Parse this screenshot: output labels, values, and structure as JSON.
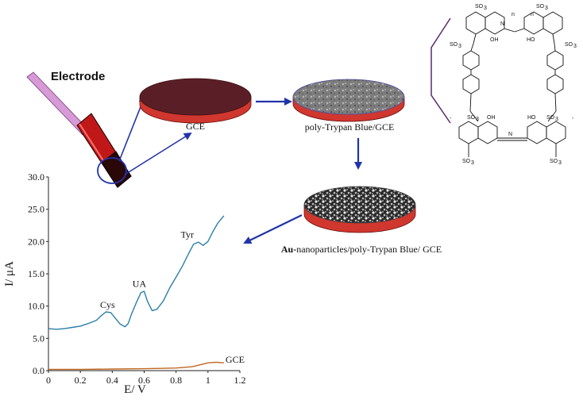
{
  "labels": {
    "electrode": "Electrode",
    "gce": "GCE",
    "poly": "poly-Trypan Blue/GCE",
    "au_prefix": "Au-",
    "au_rest": "nanoparticles/poly-Trypan Blue/ GCE"
  },
  "colors": {
    "modified_curve": "#2a7fa8",
    "gce_curve": "#c0661f",
    "arrow": "#2233aa",
    "disc_top": "#5a1f26",
    "disc_side": "#d0372e"
  },
  "chemical": {
    "so3": "SO",
    "so3_sub": "3",
    "oh": "OH",
    "ho": "HO",
    "n": "N",
    "n_index": "n",
    "minus": "-"
  },
  "chart_data": {
    "type": "line",
    "xlabel": "E/ V",
    "ylabel": "I/ μA",
    "xlim": [
      0,
      1.2
    ],
    "ylim": [
      0,
      30
    ],
    "xticks": [
      "0",
      "0.2",
      "0.4",
      "0.6",
      "0.8",
      "1",
      "1.2"
    ],
    "yticks": [
      "0.0",
      "5.0",
      "10.0",
      "15.0",
      "20.0",
      "25.0",
      "30.0"
    ],
    "series": [
      {
        "name": "",
        "x": [
          0,
          0.05,
          0.1,
          0.15,
          0.2,
          0.25,
          0.3,
          0.33,
          0.36,
          0.39,
          0.42,
          0.45,
          0.48,
          0.5,
          0.52,
          0.55,
          0.58,
          0.6,
          0.62,
          0.65,
          0.68,
          0.72,
          0.76,
          0.8,
          0.84,
          0.88,
          0.91,
          0.94,
          0.97,
          1.0,
          1.03,
          1.06,
          1.1
        ],
        "y": [
          6.5,
          6.4,
          6.5,
          6.7,
          6.9,
          7.3,
          7.8,
          8.5,
          9.1,
          9.0,
          8.1,
          7.2,
          6.8,
          7.3,
          8.7,
          10.5,
          12.1,
          12.3,
          10.8,
          9.3,
          9.5,
          10.8,
          12.8,
          14.5,
          16.2,
          18.2,
          19.6,
          19.9,
          19.4,
          20.0,
          21.5,
          22.8,
          24.0
        ]
      },
      {
        "name": "GCE",
        "x": [
          0,
          0.2,
          0.4,
          0.6,
          0.7,
          0.8,
          0.9,
          0.95,
          1.0,
          1.05,
          1.1
        ],
        "y": [
          0.2,
          0.2,
          0.25,
          0.3,
          0.35,
          0.4,
          0.6,
          0.9,
          1.2,
          1.3,
          1.2
        ]
      }
    ],
    "annotations": [
      {
        "text": "Cys",
        "x": 0.37,
        "y": 9.7
      },
      {
        "text": "UA",
        "x": 0.57,
        "y": 13.0
      },
      {
        "text": "Tyr",
        "x": 0.87,
        "y": 20.6
      },
      {
        "text": "GCE",
        "x": 1.11,
        "y": 1.2
      }
    ]
  }
}
